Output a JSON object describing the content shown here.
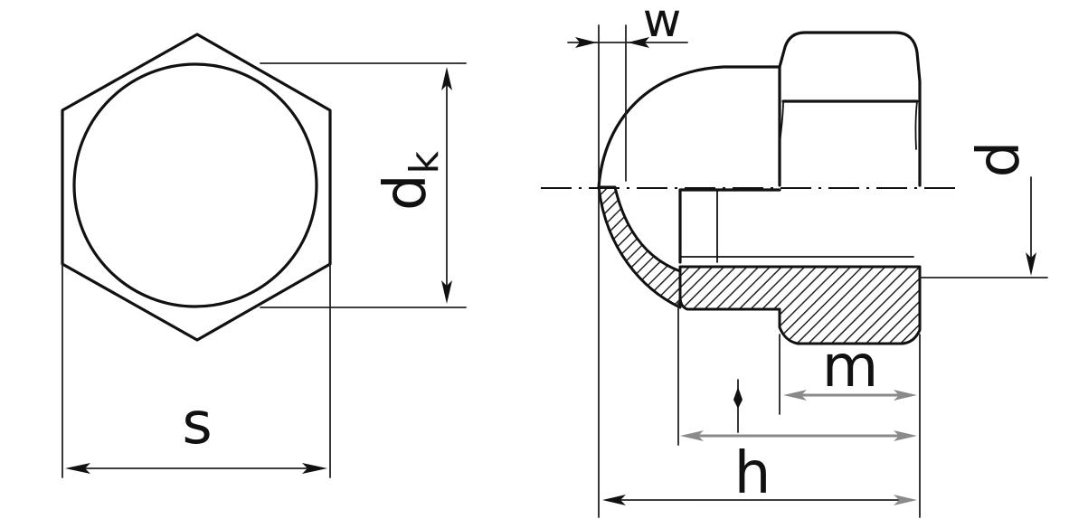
{
  "diagram": {
    "labels": {
      "s": "s",
      "dk_main": "d",
      "dk_sub": "k",
      "w": "w",
      "d": "d",
      "m": "m",
      "h": "h"
    }
  }
}
